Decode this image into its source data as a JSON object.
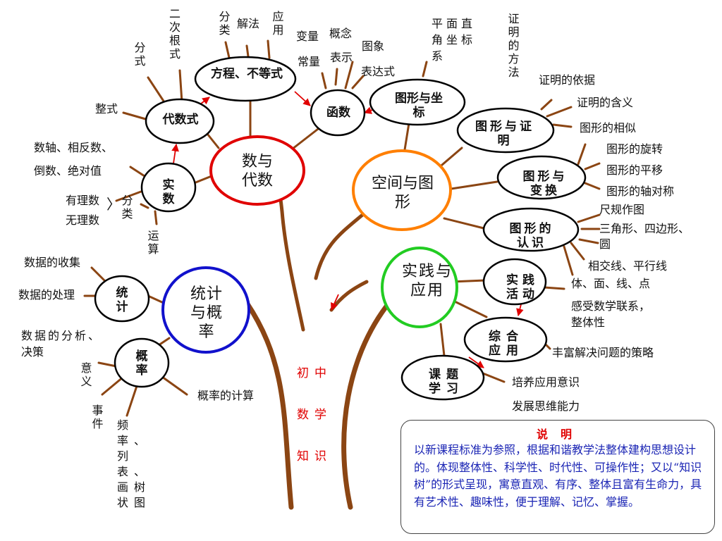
{
  "title_lines": [
    "初中",
    "数学",
    "知识"
  ],
  "colors": {
    "branch": "#8b4513",
    "red_node": "#e00000",
    "orange_node": "#ff7f00",
    "green_node": "#22cc22",
    "blue_node": "#1111cc",
    "arrow": "#e00000",
    "note_text": "#1a24b4"
  },
  "main_nodes": {
    "number_algebra": "数与代数",
    "space_shape": "空间与图形",
    "practice": "实践与应用",
    "statistics": "统计与概率"
  },
  "algebra": {
    "node_equation": "方程、不等式",
    "node_function": "函数",
    "node_algebraic": "代数式",
    "node_real": "实数",
    "eq_leaves": [
      "分类",
      "解法",
      "应用"
    ],
    "radical": "二次根式",
    "fraction": "分式",
    "integral": "整式",
    "func_var": "变量",
    "func_const": "常量",
    "func_concept": "概念",
    "func_repr": "表示",
    "func_graph": "图象",
    "func_expr": "表达式",
    "real_axis": "数轴、相反数、",
    "real_abs": "倒数、绝对值",
    "rational": "有理数",
    "irrational": "无理数",
    "classify": "分类",
    "operation": "运算"
  },
  "space": {
    "node_coord": "图形与坐标",
    "node_proof": "图形与证明",
    "node_transform": "图形与变换",
    "node_recognize": "图形的认识",
    "coord_system": "平面直角坐标系",
    "proof_method": "证明的方法",
    "proof_basis": "证明的依据",
    "proof_meaning": "证明的含义",
    "similar": "图形的相似",
    "rotation": "图形的旋转",
    "translation": "图形的平移",
    "symmetry": "图形的轴对称",
    "ruler": "尺规作图",
    "triangle": "三角形、四边形、",
    "circle": "圆",
    "lines": "相交线、平行线",
    "solids": "体、面、线、点"
  },
  "practice": {
    "node_activity": "实践活动",
    "node_comprehensive": "综合应用",
    "node_project": "课题学习",
    "feel": "感受数学联系，",
    "whole": "整体性",
    "strategy": "丰富解决问题的策略",
    "awareness": "培养应用意识",
    "thinking": "发展思维能力"
  },
  "statistics": {
    "node_stat": "统计",
    "node_prob": "概率",
    "collect": "数据的收集",
    "process": "数据的处理",
    "analysis": "数据的分析、",
    "decision": "决策",
    "meaning": "意义",
    "event": "事件",
    "frequency": "频率、列表、画树状图",
    "prob_calc": "概率的计算"
  },
  "note": {
    "title": "说明",
    "body": "以新课程标准为参照，根据和谐教学法整体建构思想设计的。体现整体性、科学性、时代性、可操作性；又以“知识树”的形式呈现，寓意直观、有序、整体且富有生命力，具有艺术性、趣味性，便于理解、记忆、掌握。"
  }
}
